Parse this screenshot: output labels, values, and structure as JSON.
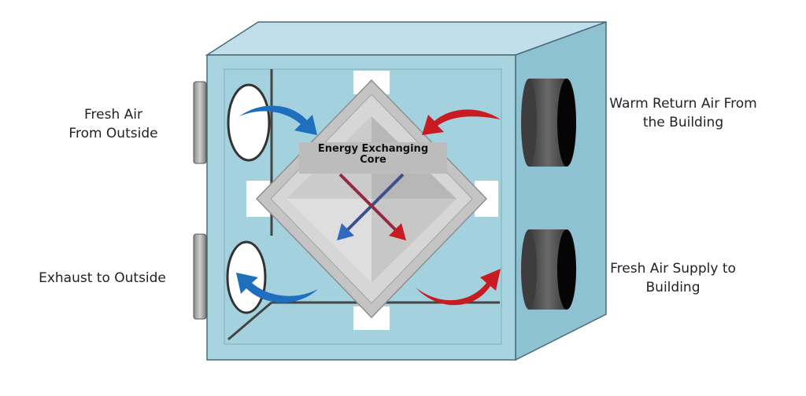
{
  "diagram": {
    "labels": {
      "fresh_air_outside_line1": "Fresh Air",
      "fresh_air_outside_line2": "From Outside",
      "warm_return_line1": "Warm Return Air From",
      "warm_return_line2": "the Building",
      "exhaust_outside": "Exhaust to Outside",
      "fresh_supply_line1": "Fresh Air Supply to",
      "fresh_supply_line2": "Building",
      "core_line1": "Energy Exchanging",
      "core_line2": "Core"
    },
    "colors": {
      "cabinet": "#a8d4e0",
      "cabinet_top": "#bfe0ea",
      "cabinet_side": "#8ec2d3",
      "core": "#c9c9c9",
      "cold_arrow": "#1f6fbf",
      "warm_arrow": "#c81c22",
      "duct": "#555555"
    }
  }
}
